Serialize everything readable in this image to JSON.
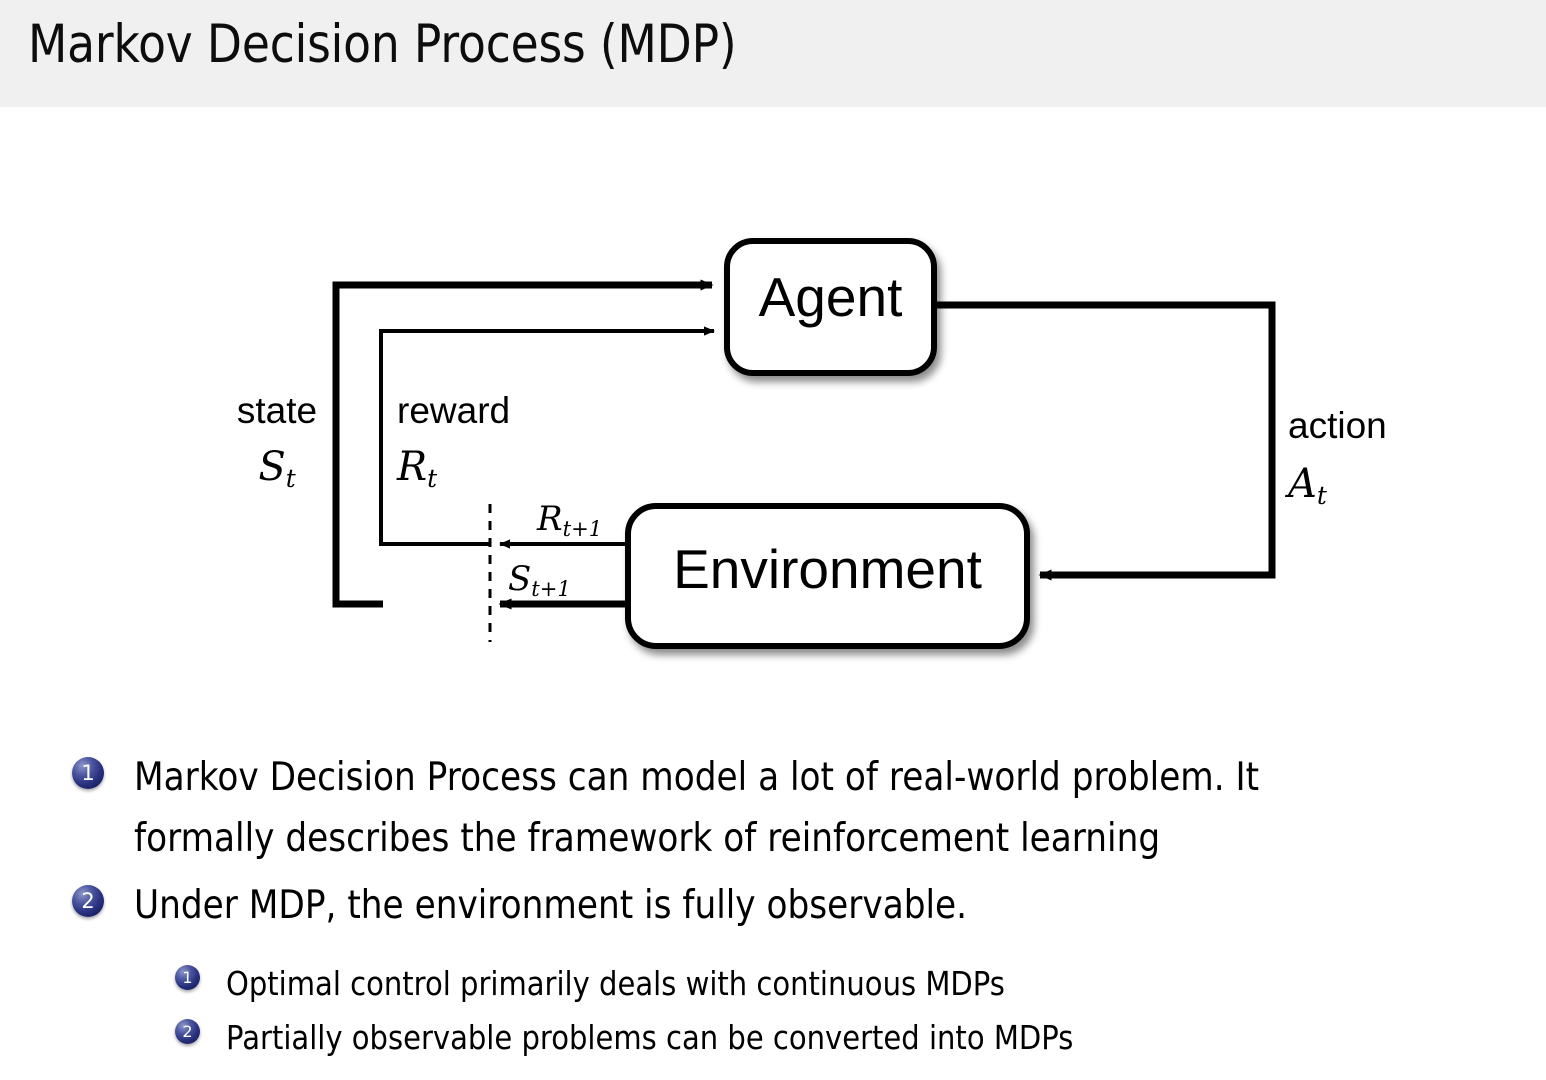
{
  "slide": {
    "title": "Markov Decision Process (MDP)",
    "header_bg": "#f0f0f0",
    "body_bg": "#ffffff",
    "text_color": "#000000",
    "bullet_color": "#27307d"
  },
  "diagram": {
    "name": "agent-environment-interaction-loop",
    "nodes": [
      {
        "id": "agent",
        "label": "Agent"
      },
      {
        "id": "environment",
        "label": "Environment"
      }
    ],
    "edge_labels": {
      "state_word": "state",
      "state_symbol": "S",
      "state_symbol_sub": "t",
      "reward_word": "reward",
      "reward_symbol": "R",
      "reward_symbol_sub": "t",
      "action_word": "action",
      "action_symbol": "A",
      "action_symbol_sub": "t",
      "next_reward_symbol": "R",
      "next_reward_sub": "t+1",
      "next_state_symbol": "S",
      "next_state_sub": "t+1"
    },
    "stroke_color": "#000000",
    "fill_color": "#ffffff"
  },
  "bullets": {
    "level1": [
      {
        "marker": "1",
        "lines": [
          "Markov Decision Process can model a lot of real-world problem.  It",
          "formally describes the framework of reinforcement learning"
        ]
      },
      {
        "marker": "2",
        "lines": [
          "Under MDP, the environment is fully observable."
        ]
      }
    ],
    "level2": [
      {
        "marker": "1",
        "text": "Optimal control primarily deals with continuous MDPs"
      },
      {
        "marker": "2",
        "text": "Partially observable problems can be converted into MDPs"
      }
    ]
  }
}
